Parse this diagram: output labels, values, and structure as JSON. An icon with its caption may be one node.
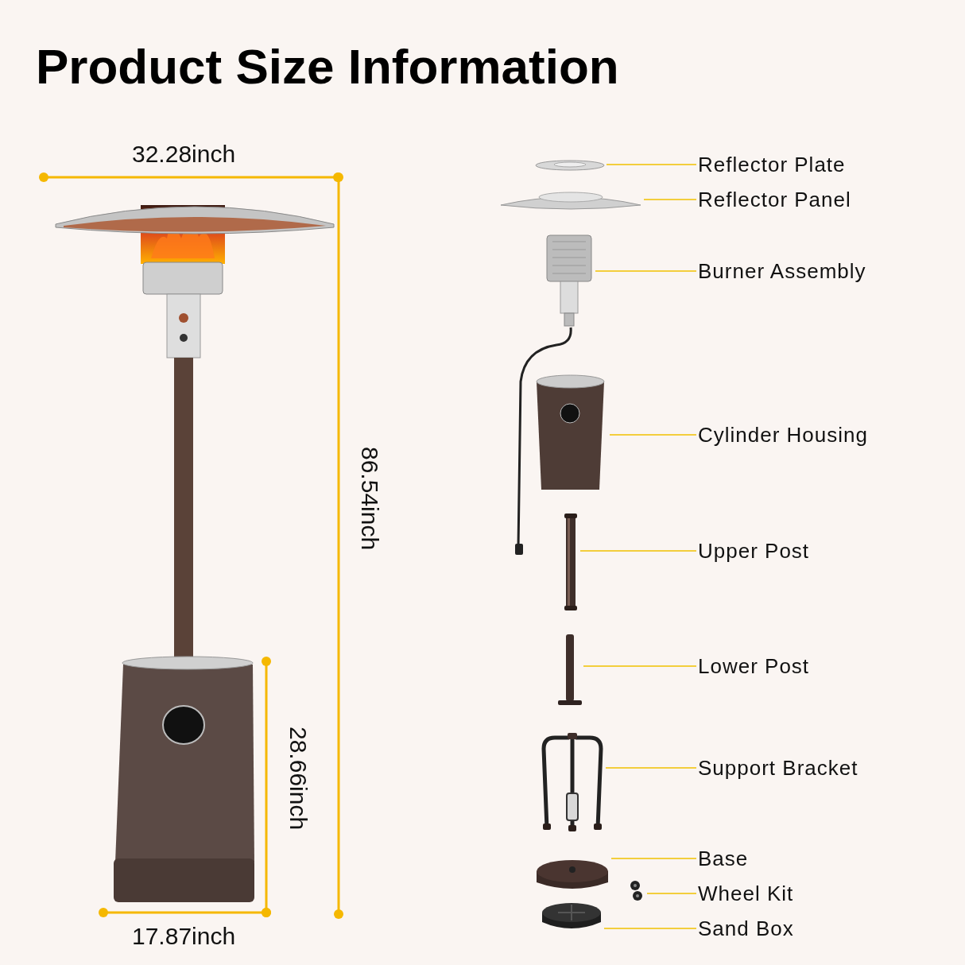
{
  "diagram": {
    "title": "Product Size Information",
    "nodes": [
      {
        "text": [
          "Reflector Plate"
        ]
      },
      {
        "text": [
          "Reflector Panel"
        ]
      },
      {
        "text": [
          "Burner Assembly"
        ]
      },
      {
        "text": [
          "Cylinder Housing"
        ]
      },
      {
        "text": [
          "Upper Post"
        ]
      },
      {
        "text": [
          "Lower Post"
        ]
      },
      {
        "text": [
          "Support Bracket"
        ]
      },
      {
        "text": [
          "Base"
        ]
      },
      {
        "text": [
          "Wheel Kit"
        ]
      },
      {
        "text": [
          "Sand Box"
        ]
      },
      {
        "text": [],
        "shape": "picture"
      },
      {
        "text": [],
        "shape": "picture"
      },
      {
        "text": [],
        "shape": "picture"
      },
      {
        "text": [],
        "shape": "picture"
      },
      {
        "text": [],
        "shape": "picture"
      },
      {
        "text": [],
        "shape": "picture"
      },
      {
        "text": [],
        "shape": "picture"
      },
      {
        "text": [],
        "shape": "picture"
      },
      {
        "text": [],
        "shape": "picture"
      },
      {
        "text": [],
        "shape": "picture"
      }
    ],
    "edges": [
      {
        "from": 0,
        "to": 10,
        "arrow": "none"
      },
      {
        "from": 1,
        "to": 11,
        "arrow": "none"
      },
      {
        "from": 2,
        "to": 12,
        "arrow": "none"
      },
      {
        "from": 3,
        "to": 13,
        "arrow": "none"
      },
      {
        "from": 4,
        "to": 14,
        "arrow": "none"
      },
      {
        "from": 5,
        "to": 15,
        "arrow": "none"
      },
      {
        "from": 6,
        "to": 16,
        "arrow": "none"
      },
      {
        "from": 7,
        "to": 17,
        "arrow": "none"
      },
      {
        "from": 8,
        "to": 18,
        "arrow": "none"
      },
      {
        "from": 9,
        "to": 19,
        "arrow": "none"
      }
    ],
    "labels": [
      "32.28inch",
      "86.54inch",
      "28.66inch",
      "17.87inch"
    ]
  }
}
